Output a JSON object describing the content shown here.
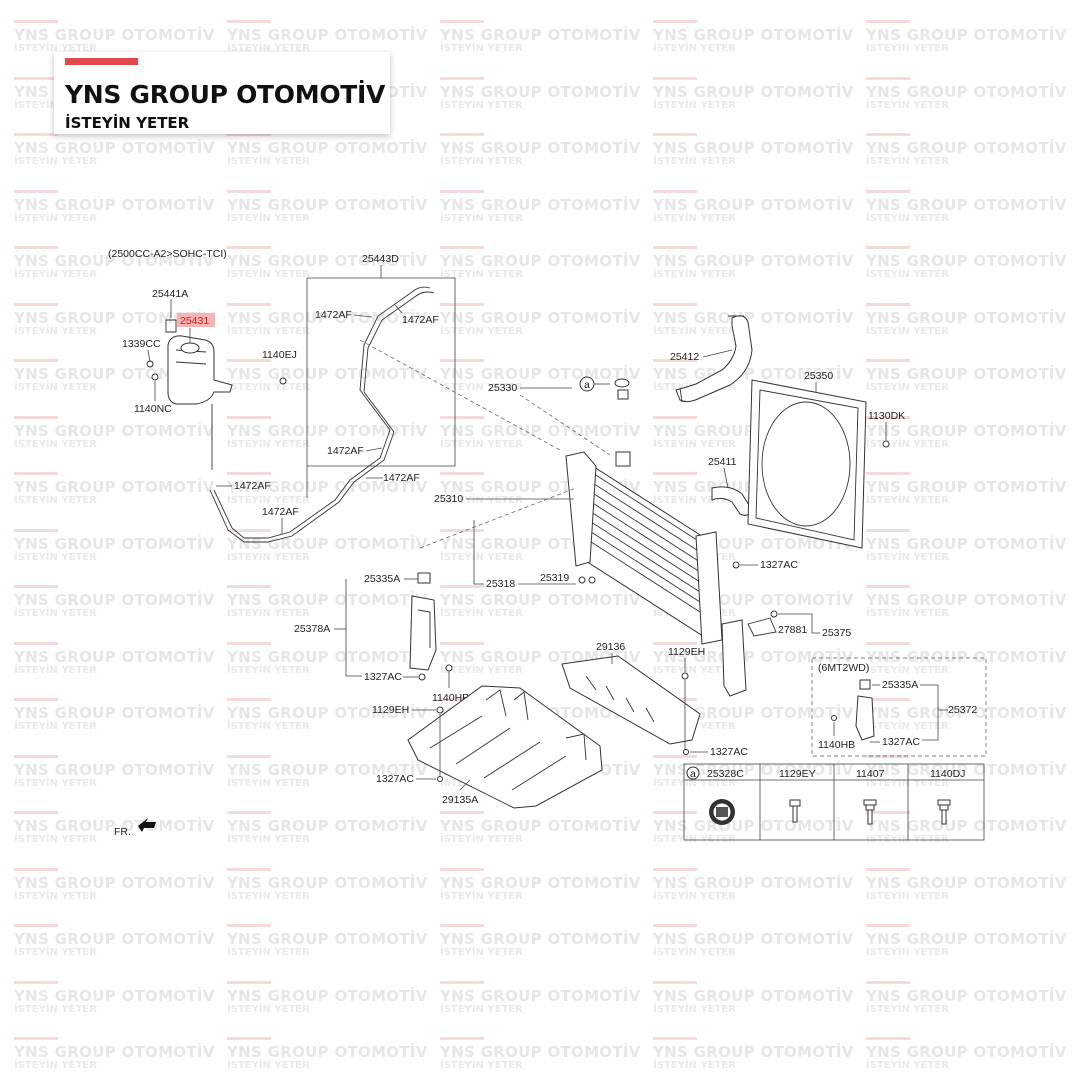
{
  "watermark": {
    "title": "YNS GROUP OTOMOTİV",
    "subtitle": "İSTEYİN YETER"
  },
  "brand": {
    "title": "YNS GROUP OTOMOTİV",
    "subtitle": "İSTEYİN YETER",
    "accent_color": "#e14a4a"
  },
  "diagram": {
    "engine_note": "(2500CC-A2>SOHC-TCI)",
    "highlight_color": "#f6b3b3",
    "highlighted_part": "25431",
    "labels": {
      "p25443D": "25443D",
      "p25441A": "25441A",
      "p25431": "25431",
      "p1339CC": "1339CC",
      "p1140NC": "1140NC",
      "p1140EJ": "1140EJ",
      "p1472AF_1": "1472AF",
      "p1472AF_2": "1472AF",
      "p1472AF_3": "1472AF",
      "p1472AF_4": "1472AF",
      "p1472AF_5": "1472AF",
      "p1472AF_6": "1472AF",
      "p25330": "25330",
      "pCircleA": "a",
      "p25412": "25412",
      "p25350": "25350",
      "p1130DK": "1130DK",
      "p25411": "25411",
      "p25310": "25310",
      "p1327AC_1": "1327AC",
      "p25335A_1": "25335A",
      "p25318": "25318",
      "p25319": "25319",
      "p27881": "27881",
      "p25375": "25375",
      "p25378A": "25378A",
      "p29136": "29136",
      "p1129EH_1": "1129EH",
      "p1327AC_2": "1327AC",
      "p1140HB_1": "1140HB",
      "p1129EH_2": "1129EH",
      "p1327AC_3": "1327AC",
      "p1327AC_4": "1327AC",
      "p29135A": "29135A",
      "p6MT2WD": "(6MT2WD)",
      "p25335A_2": "25335A",
      "p25372": "25372",
      "p1140HB_2": "1140HB",
      "p1327AC_5": "1327AC",
      "fr": "FR."
    },
    "table": {
      "headers": [
        "a",
        "25328C",
        "1129EY",
        "11407",
        "1140DJ"
      ]
    }
  }
}
